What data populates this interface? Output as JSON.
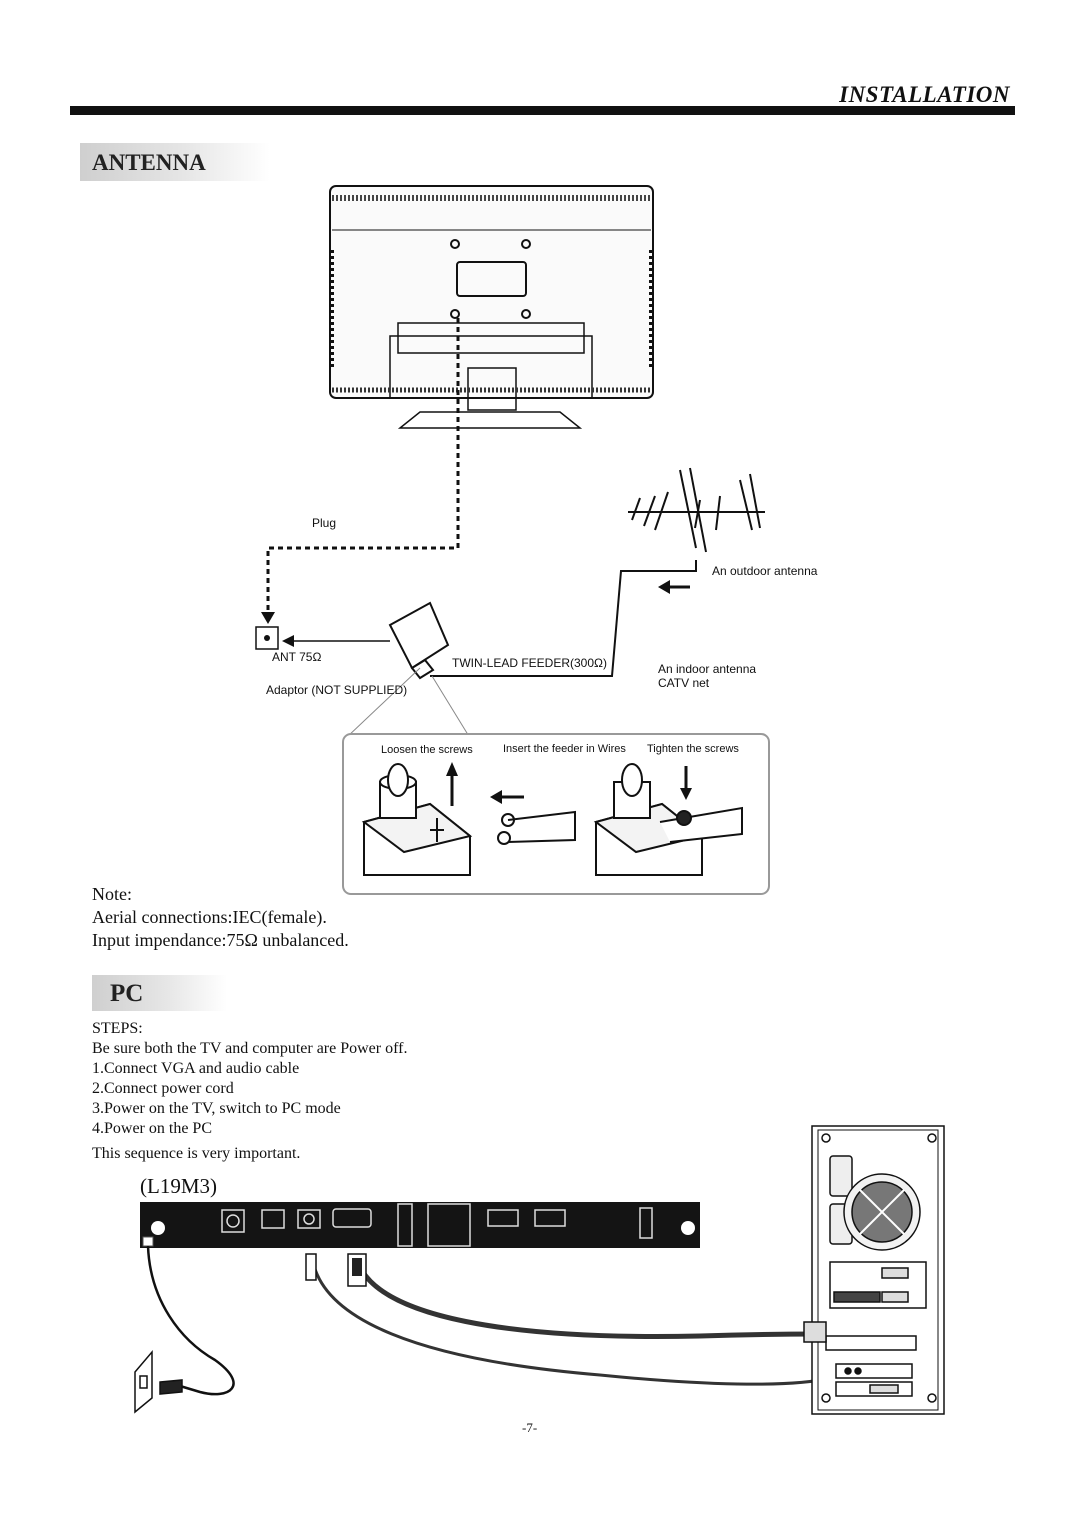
{
  "header": {
    "section_title": "INSTALLATION"
  },
  "antenna": {
    "heading": "ANTENNA",
    "labels": {
      "plug": "Plug",
      "outdoor_antenna": "An outdoor antenna",
      "ant": "ANT 75Ω",
      "twin_lead": "TWIN-LEAD FEEDER(300Ω)",
      "indoor_antenna": "An indoor antenna",
      "catv": "CATV net",
      "adaptor": "Adaptor  (NOT SUPPLIED)",
      "loosen": "Loosen the screws",
      "insert": "Insert the feeder in Wires",
      "tighten": "Tighten the screws"
    },
    "note": {
      "title": "Note:",
      "line1": "Aerial connections:IEC(female).",
      "line2": "Input impendance:75Ω  unbalanced."
    }
  },
  "pc": {
    "heading": "PC",
    "steps_title": "STEPS:",
    "steps": [
      "Be sure both the TV and computer are Power off.",
      "1.Connect VGA  and audio cable",
      "2.Connect power cord",
      "3.Power on the TV, switch to PC mode",
      "4.Power on the PC"
    ],
    "footnote": "This sequence is very important.",
    "model": "(L19M3)"
  },
  "page_number": "-7-"
}
